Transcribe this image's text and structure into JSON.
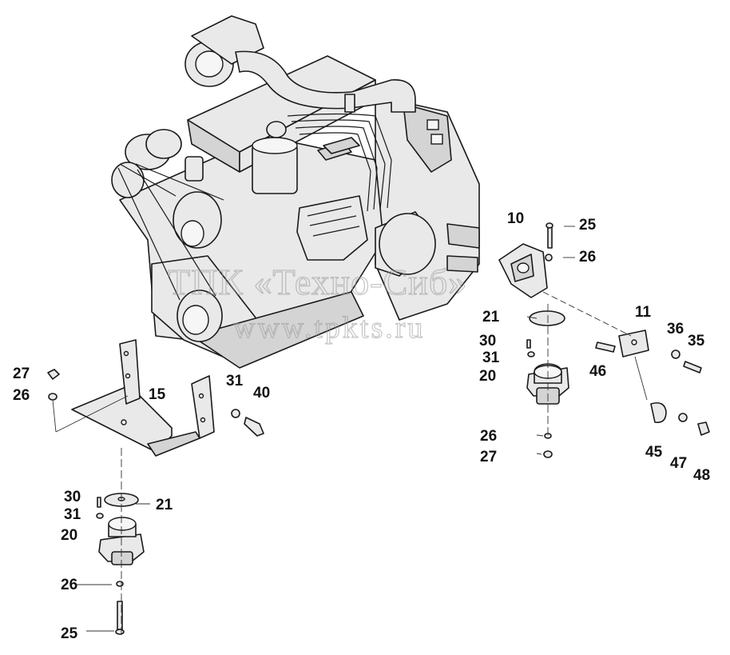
{
  "watermark": {
    "line1": "ТПК «Техно-Сиб»",
    "line2": "www.tpkts.ru"
  },
  "callouts": {
    "c10": "10",
    "c25a": "25",
    "c26a": "26",
    "c21a": "21",
    "c30a": "30",
    "c31a": "31",
    "c20a": "20",
    "c11": "11",
    "c36": "36",
    "c35": "35",
    "c46": "46",
    "c26b": "26",
    "c27a": "27",
    "c45": "45",
    "c47": "47",
    "c48": "48",
    "c27b": "27",
    "c26c": "26",
    "c15": "15",
    "c31b": "31",
    "c40": "40",
    "c30b": "30",
    "c21b": "21",
    "c31c": "31",
    "c20b": "20",
    "c26d": "26",
    "c25b": "25"
  }
}
